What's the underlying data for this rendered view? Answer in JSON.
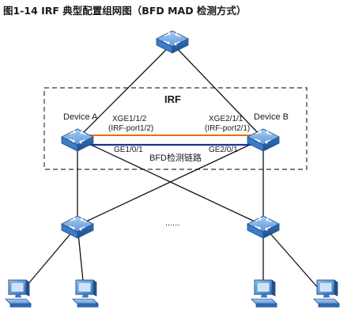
{
  "figure": {
    "title": "图1-14  IRF 典型配置组网图（BFD MAD 检测方式）"
  },
  "irf_domain": {
    "label": "IRF"
  },
  "devices": {
    "a": {
      "name": "Device A"
    },
    "b": {
      "name": "Device B"
    }
  },
  "irf_link": {
    "a_port": "XGE1/1/2",
    "a_irf_port": "(IRF-port1/2)",
    "b_port": "XGE2/1/1",
    "b_irf_port": "(IRF-port2/1)",
    "color": "#ee6a1a"
  },
  "bfd_link": {
    "a_port": "GE1/0/1",
    "b_port": "GE2/0/1",
    "label": "BFD检测链路",
    "color": "#1d2f9a"
  },
  "access_layer": {
    "ellipsis": "......"
  },
  "icons": {
    "switch": "switch-icon",
    "pc": "pc-icon"
  },
  "colors": {
    "device_blue": "#2f6fba",
    "device_light": "#8fb9e8",
    "line": "#111111",
    "dashed_border": "#333333"
  }
}
